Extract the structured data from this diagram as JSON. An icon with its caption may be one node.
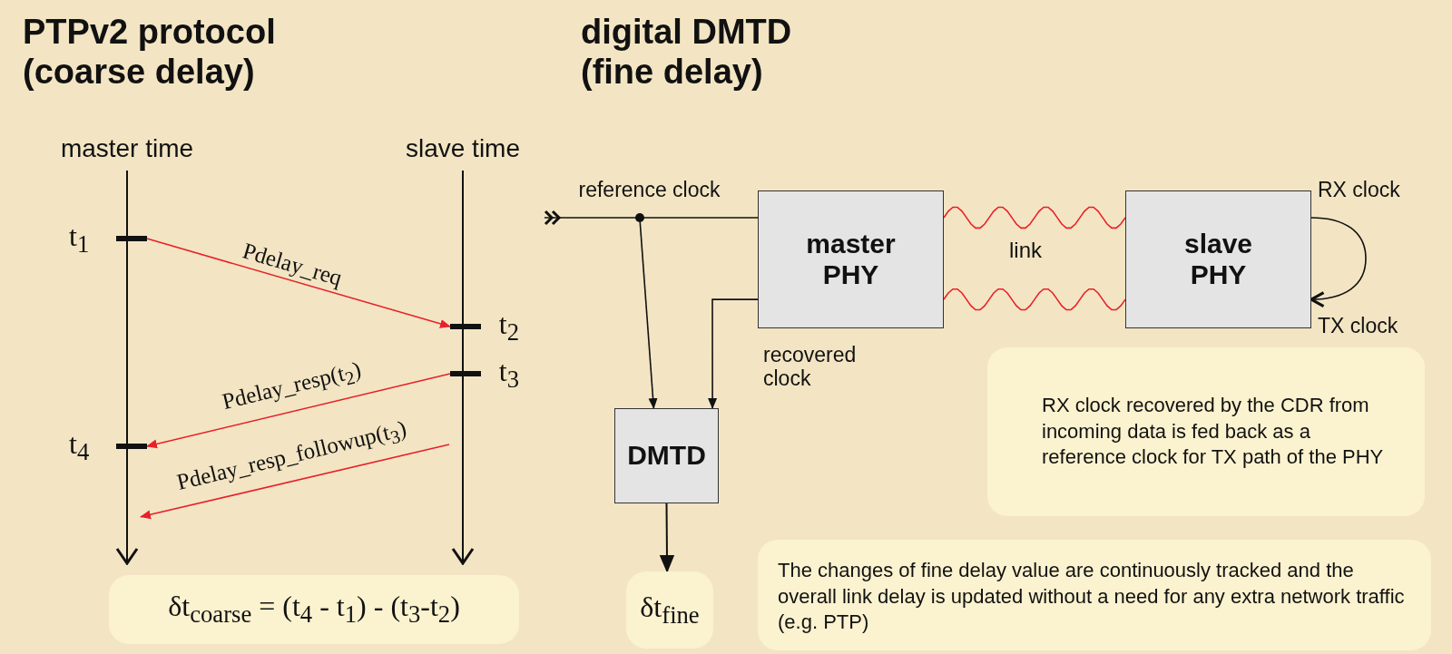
{
  "diagram": {
    "nodes": [
      {
        "text": [
          "master time"
        ]
      },
      {
        "text": [
          "slave time"
        ]
      },
      {
        "text": [
          "t$_{1}$"
        ],
        "in": 0
      },
      {
        "text": [
          "t$_{2}$"
        ],
        "in": 1
      },
      {
        "text": [
          "t$_{3}$"
        ],
        "in": 1
      },
      {
        "text": [
          "t$_{4}$"
        ],
        "in": 0
      },
      {
        "text": [
          "δt$_{coarse}$ =   (t$_{4}$ - t$_{1}$) - (t$_{3}$-t$_{2}$)"
        ]
      },
      {
        "text": [
          "reference clock"
        ]
      },
      {
        "text": [
          "master PHY"
        ]
      },
      {
        "text": [
          "slave PHY"
        ]
      },
      {
        "text": [
          "DMTD"
        ]
      },
      {
        "text": [
          "δt$_{fine}$"
        ]
      },
      {
        "text": [
          "RX clock recovered by the CDR from incoming data is fed back as a reference clock for TX path of the PHY"
        ]
      },
      {
        "text": [
          "The changes of fine delay value are continuously tracked and the overall link delay is updated without a need for any extra network traffic (e.g. PTP)"
        ]
      }
    ],
    "edges": [
      {
        "from": 2,
        "to": 3,
        "arrow": "to",
        "label": "Pdelay_req",
        "color": "#e8202a"
      },
      {
        "from": 4,
        "to": 5,
        "arrow": "to",
        "label": "Pdelay_resp(t$_{2}$)",
        "color": "#e8202a"
      },
      {
        "from": 1,
        "to": 0,
        "arrow": "to",
        "label": "Pdelay_resp_followup(t$_{3}$)",
        "color": "#e8202a"
      },
      {
        "from": 7,
        "to": 8,
        "arrow": "other",
        "color": "#111111"
      },
      {
        "from": 7,
        "to": 10,
        "arrow": "to",
        "color": "#111111"
      },
      {
        "from": 8,
        "to": 10,
        "arrow": "to",
        "label": "recovered clock",
        "color": "#111111"
      },
      {
        "from": 8,
        "to": 9,
        "arrow": "none",
        "color": "#e8202a"
      },
      {
        "from": 8,
        "to": 9,
        "arrow": "none",
        "color": "#e8202a"
      },
      {
        "from": 9,
        "to": 9,
        "arrow": "to",
        "color": "#111111"
      },
      {
        "from": 10,
        "to": 11,
        "arrow": "to",
        "color": "#111111"
      }
    ],
    "labels": [
      "PTPv2 protocol (coarse delay)",
      "digital DMTD (fine delay)",
      "link",
      "RX clock",
      "TX clock"
    ]
  }
}
